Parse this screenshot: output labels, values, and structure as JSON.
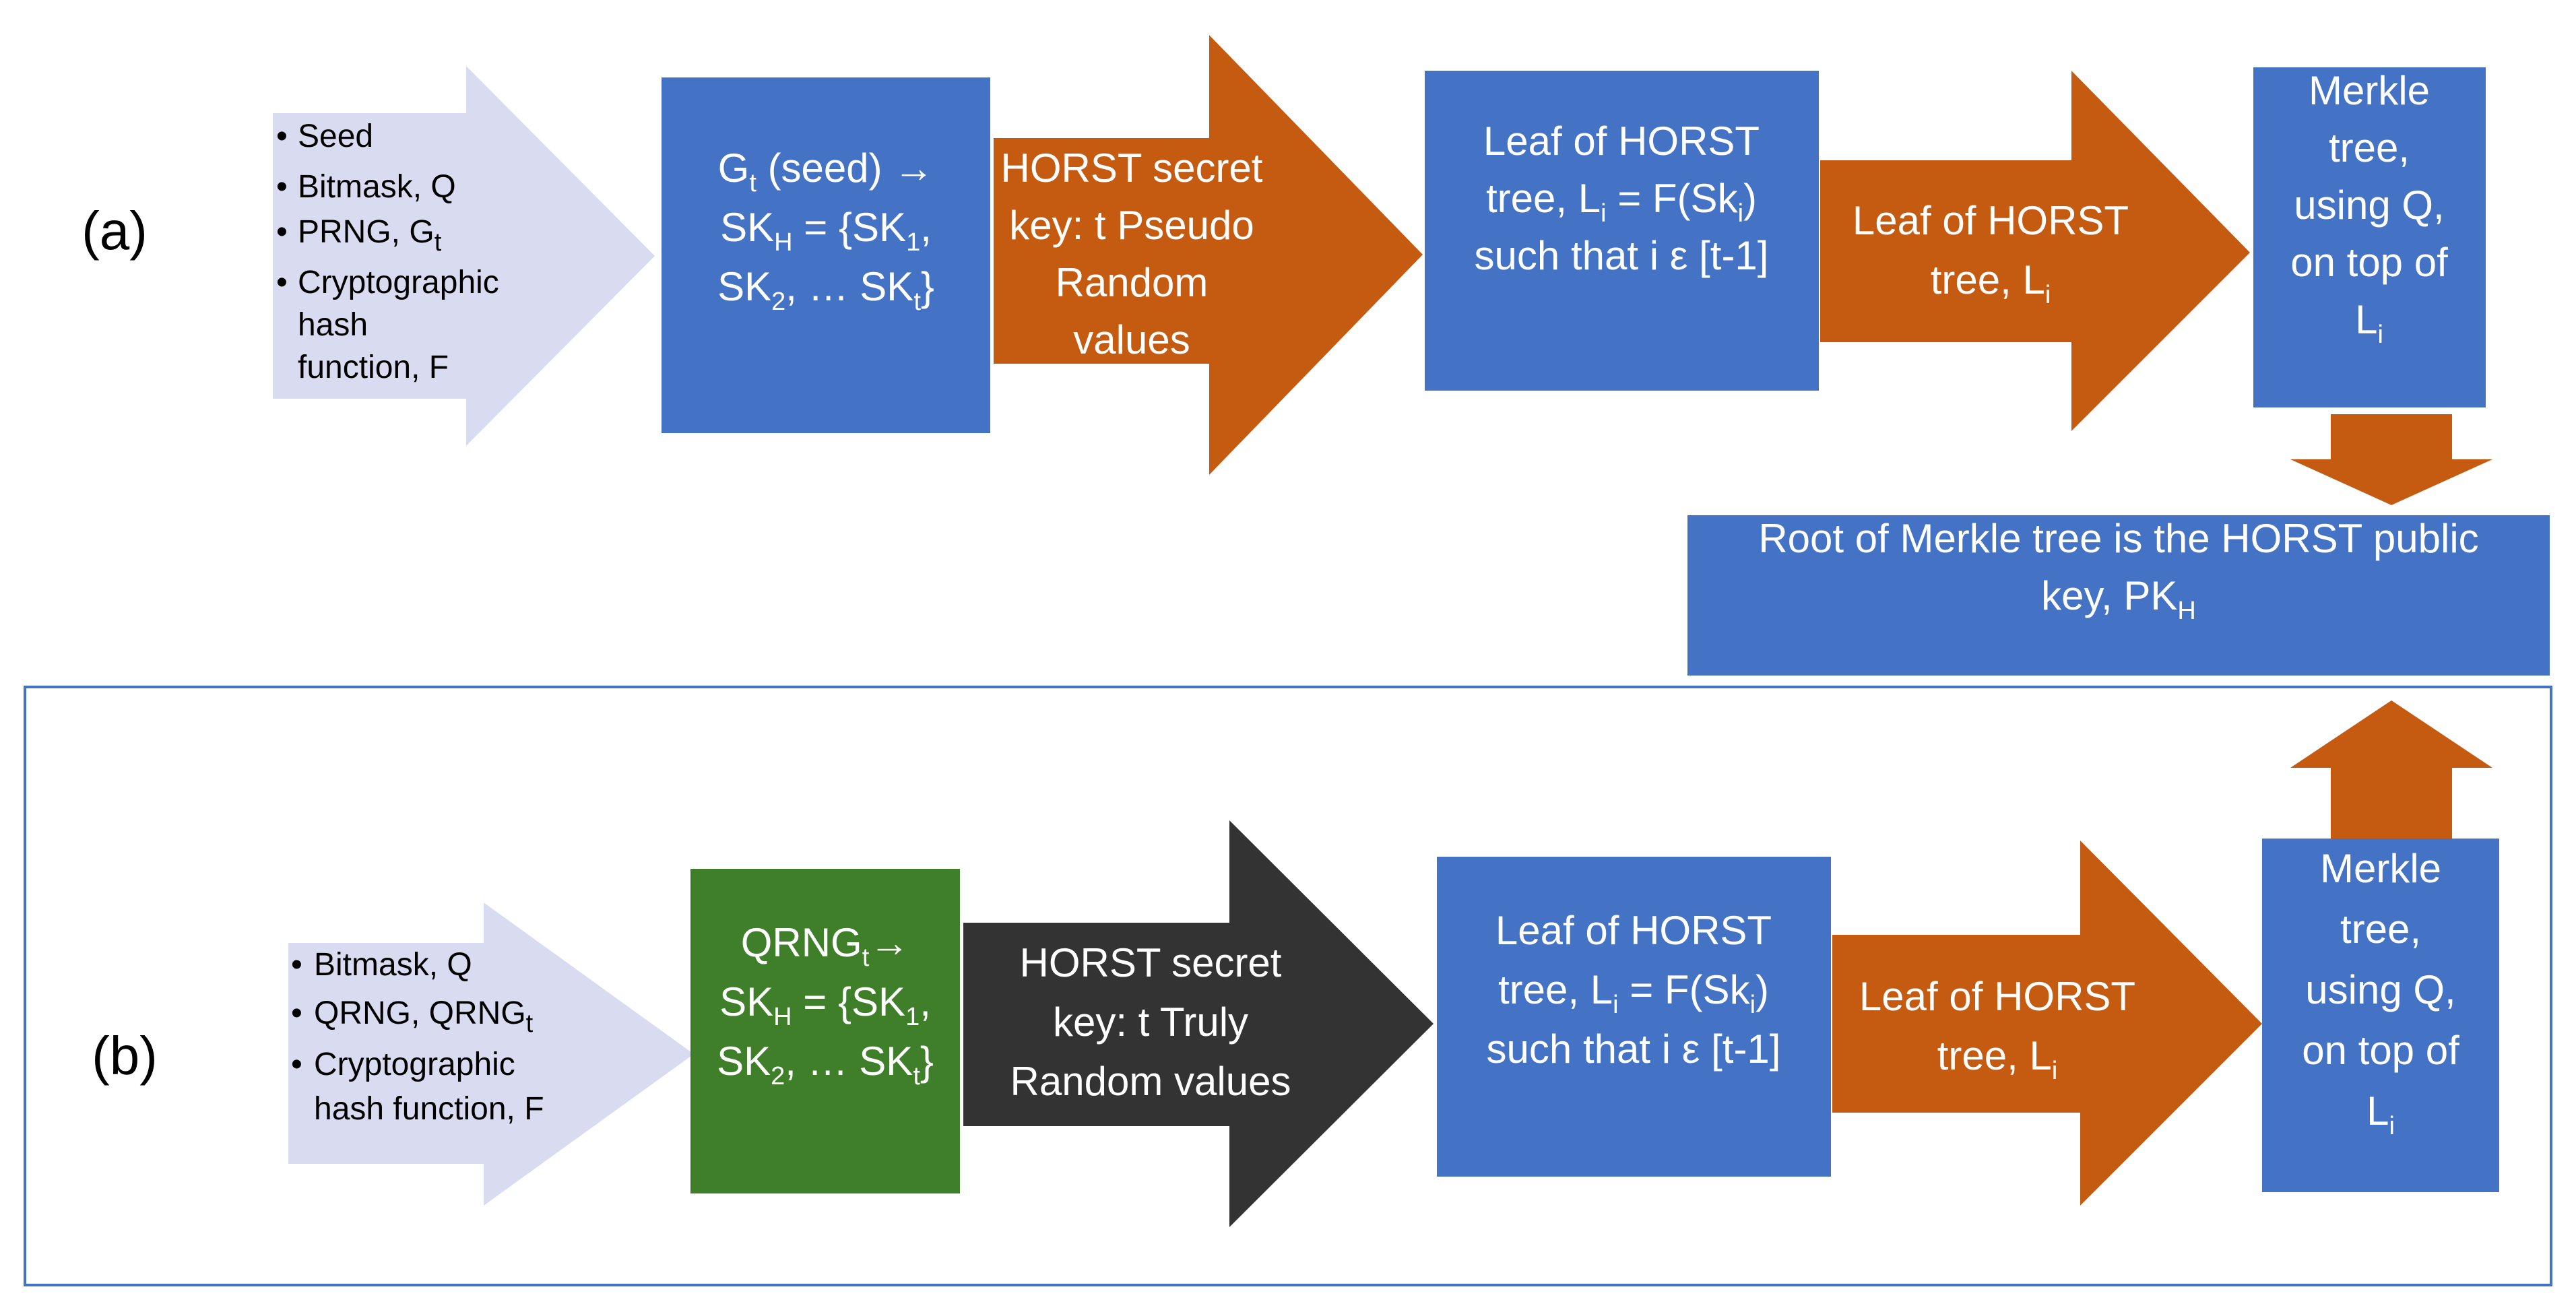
{
  "colors": {
    "blue": "#4472C4",
    "orange": "#C55A11",
    "green": "#3F7F2A",
    "dark": "#333333",
    "lavender": "#D9DCF0",
    "frame": "#4472C4"
  },
  "panel_a": {
    "label": "(a)",
    "inputs": [
      {
        "text": "Seed",
        "sub": ""
      },
      {
        "text": "Bitmask, Q",
        "sub": ""
      },
      {
        "text": "PRNG, G",
        "sub": "t"
      },
      {
        "text": "Cryptographic",
        "sub": ""
      },
      {
        "text": "hash",
        "sub": ""
      },
      {
        "text": "function, F",
        "sub": ""
      }
    ],
    "gen_box": {
      "line1_a": "G",
      "line1_sub": "t",
      "line1_b": " (seed) →",
      "line2": "SK",
      "line2_sub": "H",
      "line2_b": " = {SK",
      "line2_sub2": "1",
      "line2_c": ",",
      "line3_a": "SK",
      "line3_sub": "2",
      "line3_b": ", … SK",
      "line3_sub2": "t",
      "line3_c": "}"
    },
    "secret_arrow": [
      "HORST secret",
      "key: t Pseudo",
      "Random",
      "values"
    ],
    "leaf_box": {
      "line1": "Leaf of HORST",
      "line2_a": "tree, L",
      "line2_sub": "i",
      "line2_b": " = F(Sk",
      "line2_sub2": "i",
      "line2_c": ")",
      "line3": "such that i ε [t-1]"
    },
    "leaf_arrow": {
      "line1": "Leaf of HORST",
      "line2": "tree, L",
      "line2_sub": "i"
    },
    "merkle_box": {
      "lines": [
        "Merkle",
        "tree,",
        "using Q,",
        "on top of"
      ],
      "last": "L",
      "last_sub": "i"
    }
  },
  "root_box": {
    "line1": "Root of Merkle tree is the HORST public",
    "line2": "key, PK",
    "line2_sub": "H"
  },
  "panel_b": {
    "label": "(b)",
    "inputs": [
      {
        "text": "Bitmask, Q",
        "sub": ""
      },
      {
        "text": "QRNG, QRNG",
        "sub": "t"
      },
      {
        "text": "Cryptographic",
        "sub": ""
      },
      {
        "text": "hash function, F",
        "sub": ""
      }
    ],
    "gen_box": {
      "line1_a": "QRNG",
      "line1_sub": "t",
      "line1_b": "→",
      "line2": "SK",
      "line2_sub": "H",
      "line2_b": " = {SK",
      "line2_sub2": "1",
      "line2_c": ",",
      "line3_a": "SK",
      "line3_sub": "2",
      "line3_b": ", … SK",
      "line3_sub2": "t",
      "line3_c": "}"
    },
    "secret_arrow": [
      "HORST secret",
      "key: t Truly",
      "Random values"
    ],
    "leaf_box": {
      "line1": "Leaf of HORST",
      "line2_a": "tree, L",
      "line2_sub": "i",
      "line2_b": " = F(Sk",
      "line2_sub2": "i",
      "line2_c": ")",
      "line3": "such that i ε [t-1]"
    },
    "leaf_arrow": {
      "line1": "Leaf of HORST",
      "line2": "tree, L",
      "line2_sub": "i"
    },
    "merkle_box": {
      "lines": [
        "Merkle",
        "tree,",
        "using Q,",
        "on top of"
      ],
      "last": "L",
      "last_sub": "i"
    }
  }
}
